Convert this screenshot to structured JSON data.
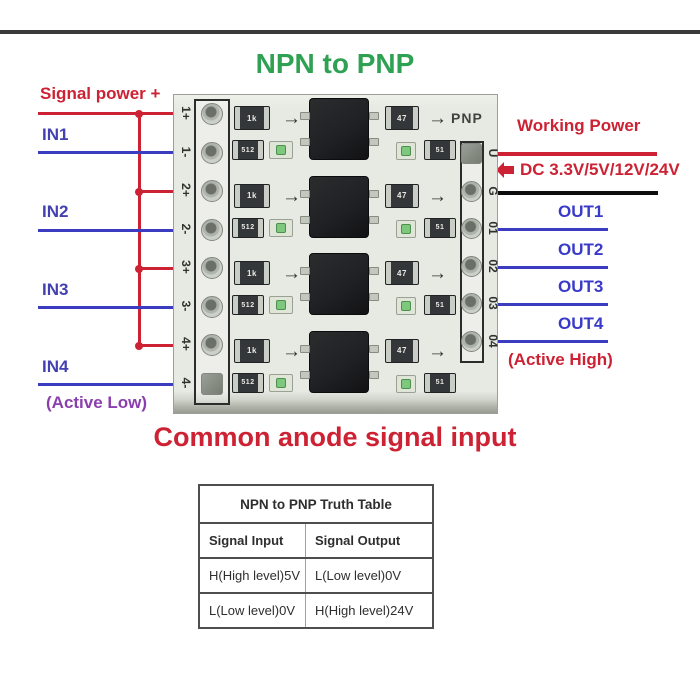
{
  "title": "NPN to PNP",
  "caption": "Common anode signal input",
  "colors": {
    "red": "#cd2233",
    "line_blue": "#3c3cc0",
    "in_text": "#4340b0",
    "out_text": "#3a3ac8",
    "purple": "#8b3fae",
    "green": "#2ea153",
    "black_line": "#0d0d0d",
    "board": "#e7e9e3",
    "silkscreen": "#3f443f",
    "chip": "#202124",
    "table_border": "#4e4e4e",
    "table_text": "#2e2e2e"
  },
  "left": {
    "power_label": "Signal power +",
    "inputs": [
      "IN1",
      "IN2",
      "IN3",
      "IN4"
    ],
    "active_note": "(Active Low)"
  },
  "right": {
    "working_power": "Working Power",
    "voltage": "DC 3.3V/5V/12V/24V",
    "arrow_icon": "left-arrow",
    "outputs": [
      "OUT1",
      "OUT2",
      "OUT3",
      "OUT4"
    ],
    "active_note": "(Active High)"
  },
  "board": {
    "silkscreen_label": "PNP",
    "left_pins": [
      "1+",
      "1-",
      "2+",
      "2-",
      "3+",
      "3-",
      "4+",
      "4-"
    ],
    "right_pins": [
      "U",
      "G",
      "01",
      "02",
      "03",
      "04"
    ],
    "channel_count": 4,
    "arrow_glyph": "→",
    "smd_labels": {
      "top_left": "1k",
      "top_right": "47",
      "bottom_left": "512",
      "bottom_right": "51"
    }
  },
  "truth_table": {
    "title": "NPN to PNP Truth Table",
    "columns": [
      "Signal Input",
      "Signal Output"
    ],
    "rows": [
      [
        "H(High level)5V",
        "L(Low level)0V"
      ],
      [
        "L(Low level)0V",
        "H(High level)24V"
      ]
    ]
  }
}
